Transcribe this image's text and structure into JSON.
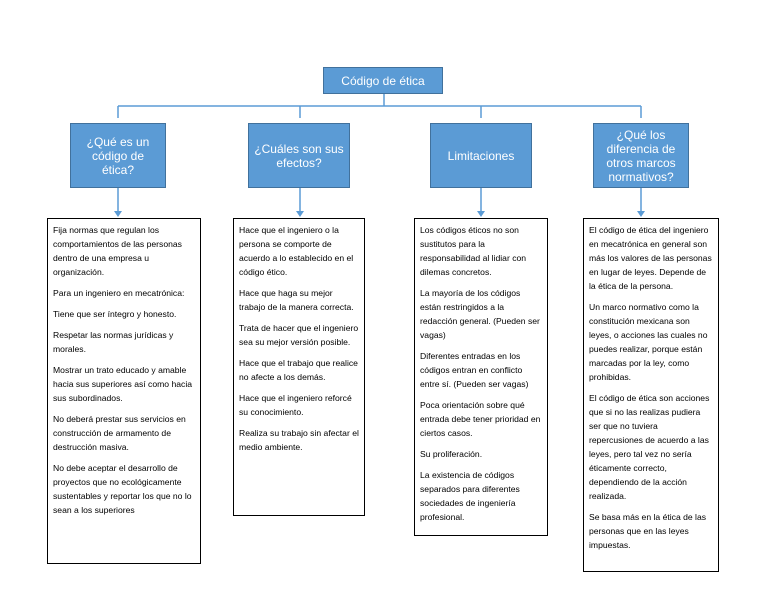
{
  "root": {
    "label": "Código de ética"
  },
  "columns": [
    {
      "title": "¿Qué es un código de ética?",
      "items": [
        "Fija normas que regulan los comportamientos de las personas dentro de una empresa u organización.",
        "Para un ingeniero en mecatrónica:",
        "Tiene que ser íntegro y honesto.",
        "Respetar las normas jurídicas y morales.",
        "Mostrar un trato educado y amable hacia sus superiores así como hacia sus subordinados.",
        "No deberá prestar sus servicios en construcción de armamento de destrucción masiva.",
        "No debe aceptar el desarrollo de proyectos que no ecológicamente sustentables y reportar los que no lo sean a los superiores"
      ]
    },
    {
      "title": "¿Cuáles son sus efectos?",
      "items": [
        "Hace que el ingeniero o la persona se comporte de acuerdo a lo establecido en el código ético.",
        "Hace que haga su mejor trabajo de la manera correcta.",
        "Trata de hacer que el ingeniero sea su mejor versión posible.",
        "Hace que el trabajo que realice no afecte a los demás.",
        "Hace que el ingeniero reforcé su conocimiento.",
        "Realiza su trabajo sin afectar el medio ambiente."
      ]
    },
    {
      "title": "Limitaciones",
      "items": [
        "Los códigos éticos no son sustitutos para la responsabilidad al lidiar con dilemas concretos.",
        "La mayoría de los códigos están restringidos a la redacción general. (Pueden ser vagas)",
        "Diferentes entradas en los códigos entran en conflicto entre sí. (Pueden ser vagas)",
        "Poca orientación sobre qué entrada debe tener prioridad en ciertos casos.",
        "Su proliferación.",
        "La existencia de códigos separados para diferentes sociedades de ingeniería profesional."
      ]
    },
    {
      "title": "¿Qué los diferencia de otros marcos normativos?",
      "items": [
        "El código de ética del ingeniero en mecatrónica en general son más los valores de las personas en lugar de leyes. Depende de la ética de la persona.",
        "Un marco normativo como la constitución mexicana son leyes, o acciones las cuales no puedes realizar, porque están marcadas por la ley, como prohibidas.",
        "El código de ética son acciones que si no las realizas pudiera ser que no tuviera repercusiones de acuerdo a las leyes, pero tal vez no sería éticamente correcto, dependiendo de la acción realizada.",
        "Se basa más en la ética de las personas que en las leyes impuestas."
      ]
    }
  ],
  "colors": {
    "node_fill": "#5b9bd5",
    "node_border": "#41719c",
    "connector": "#5b9bd5"
  }
}
